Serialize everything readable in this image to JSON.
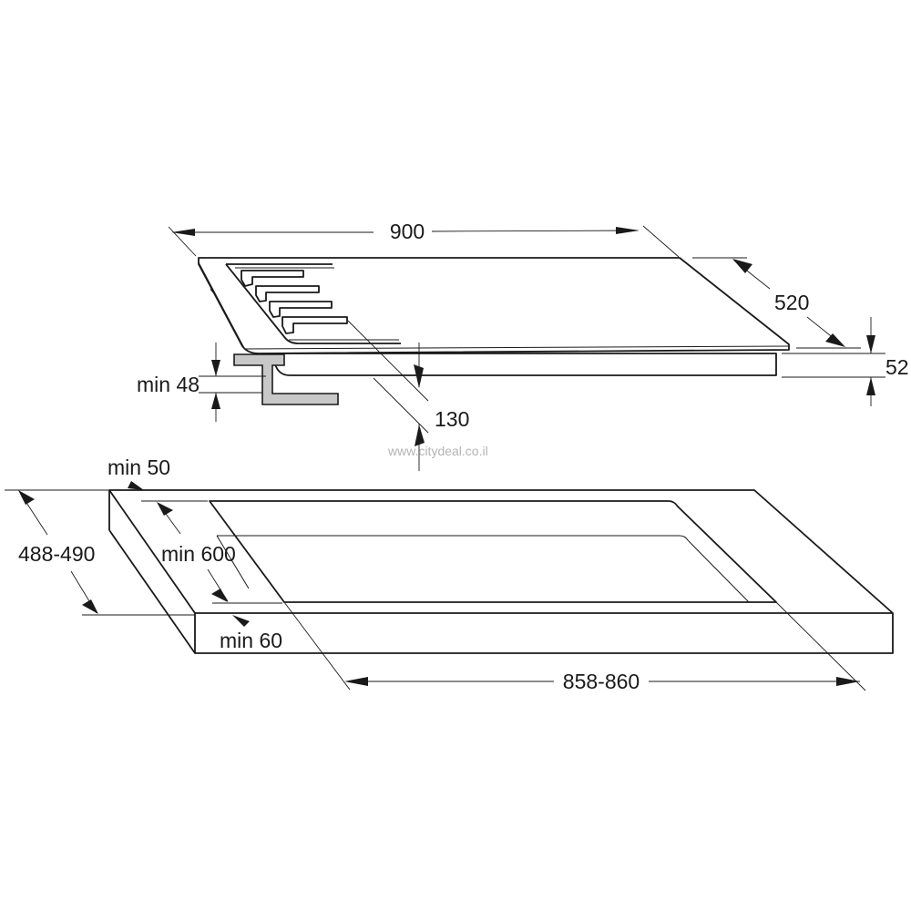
{
  "hob": {
    "width_label": "900",
    "depth_label": "520",
    "height_label": "52",
    "min_worktop_label": "min 48",
    "front_offset_label": "130"
  },
  "cutout": {
    "min_back_label": "min 50",
    "depth_label": "488-490",
    "min_front_label": "min 600",
    "min_edge_label": "min 60",
    "width_label": "858-860"
  },
  "watermark": "www.citydeal.co.il",
  "colors": {
    "line": "#1a1a1a",
    "bracket_fill": "#c8c8c8",
    "watermark": "#b4b4b4",
    "background": "#ffffff"
  }
}
